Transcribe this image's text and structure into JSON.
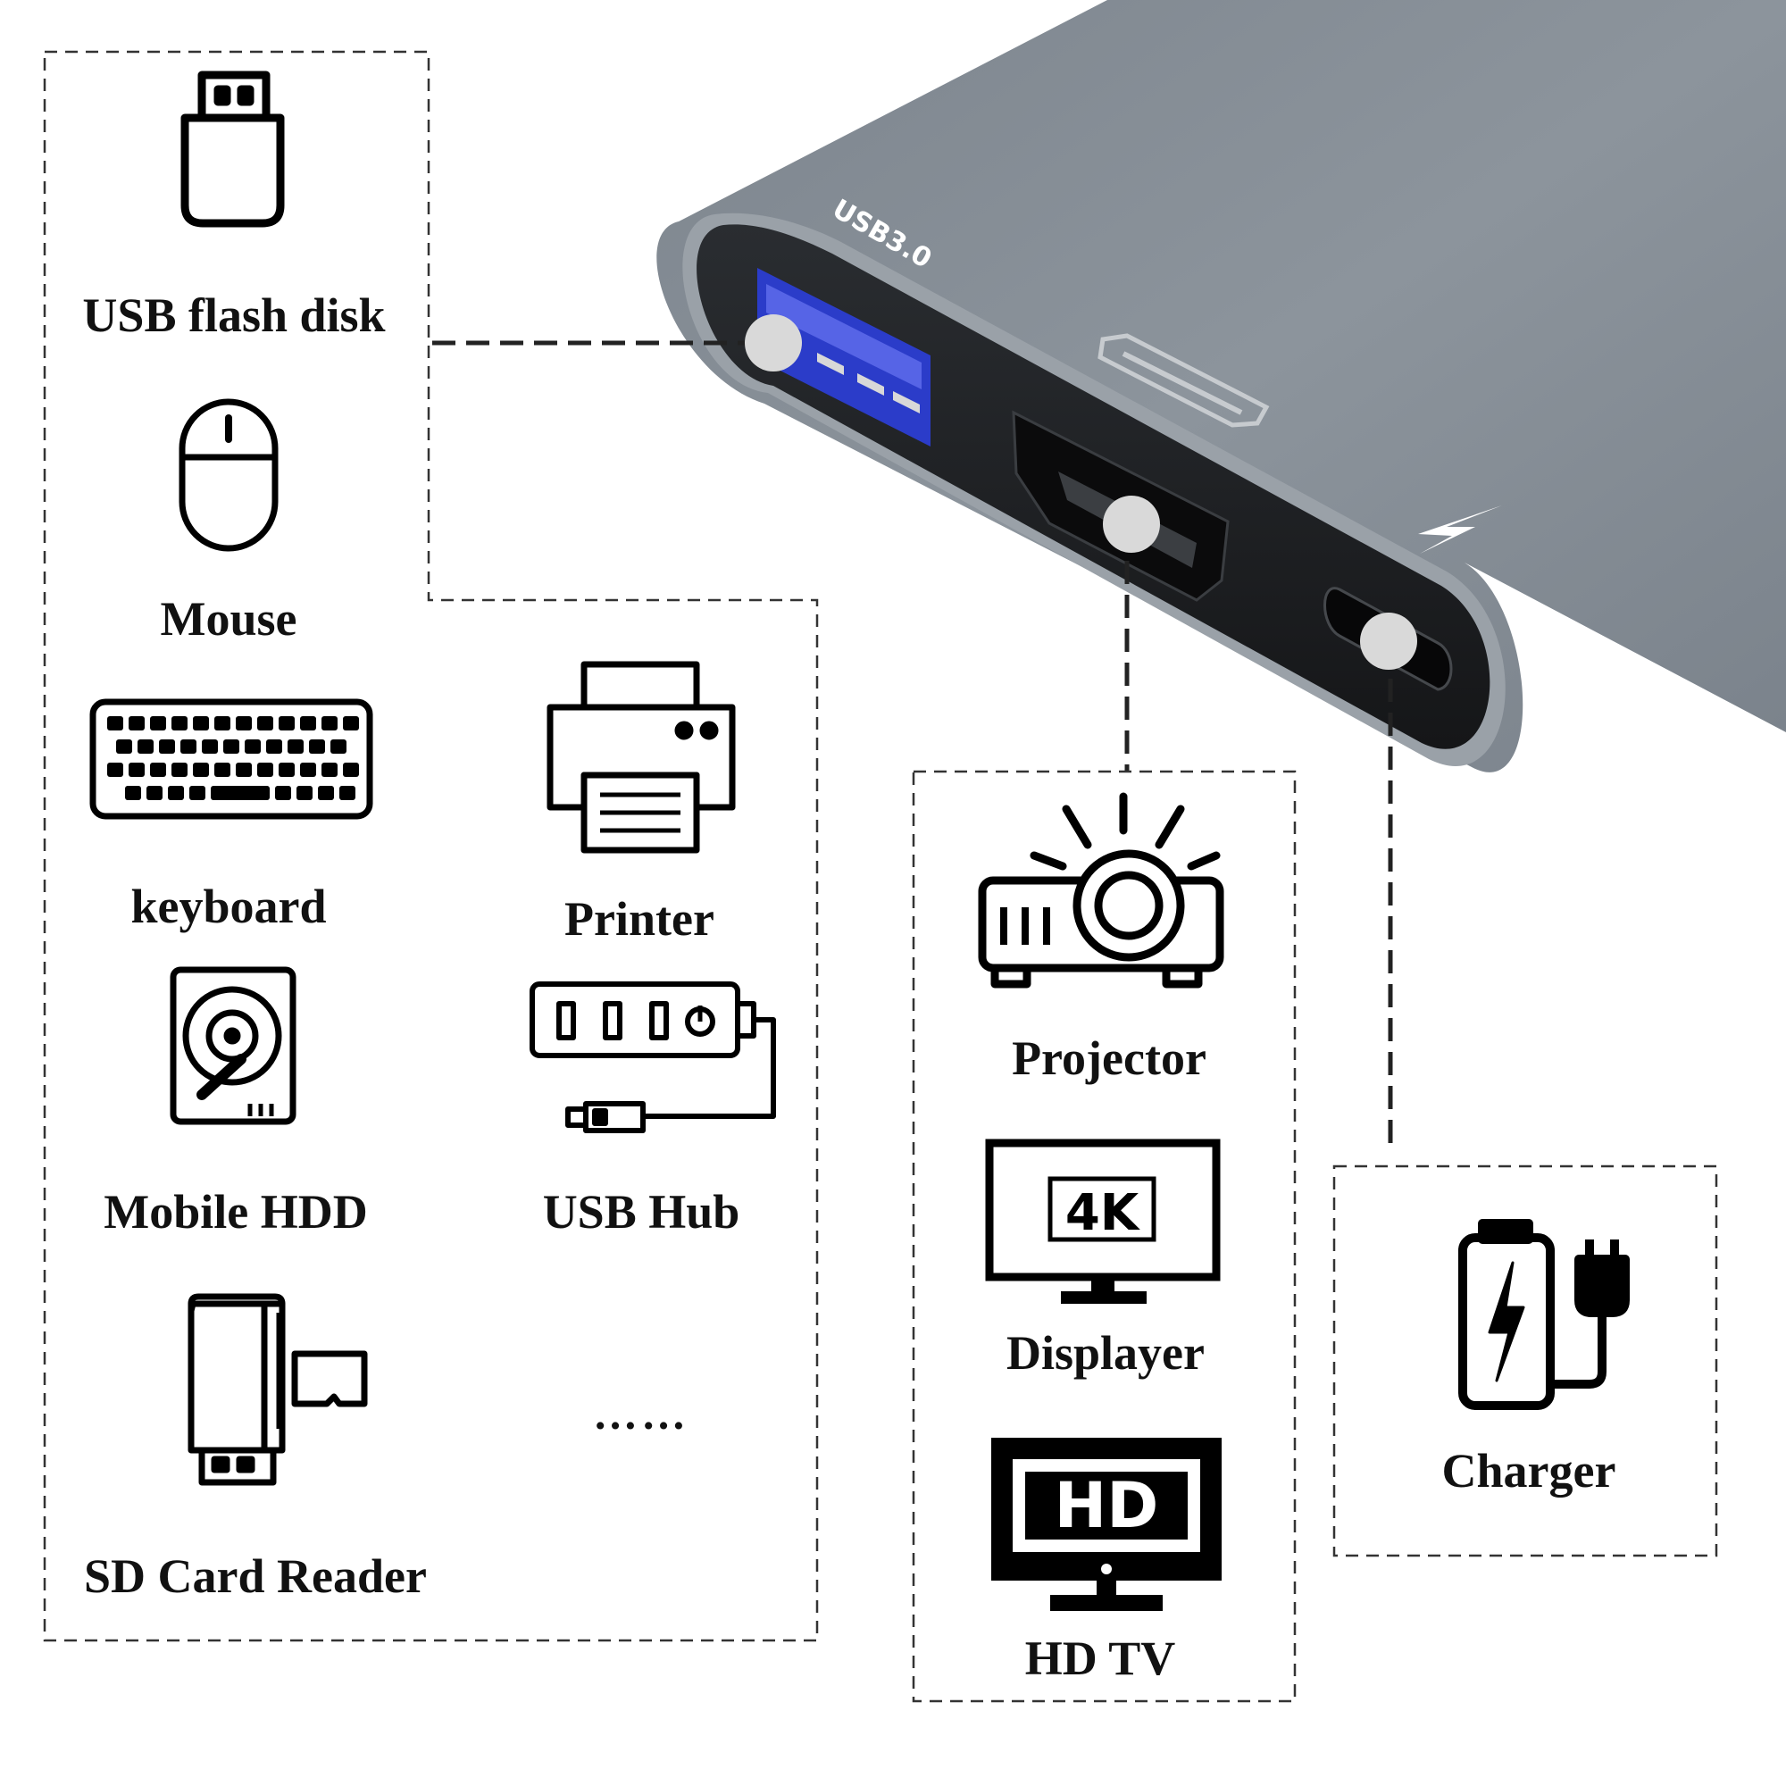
{
  "device": {
    "port_label": "USB3.0",
    "accent_color": "#8a929b",
    "port_blue": "#3a4ad8"
  },
  "groups": {
    "usb": {
      "items": [
        {
          "label": "USB flash disk",
          "icon": "usb-flash-disk-icon"
        },
        {
          "label": "Mouse",
          "icon": "mouse-icon"
        },
        {
          "label": "keyboard",
          "icon": "keyboard-icon"
        },
        {
          "label": "Printer",
          "icon": "printer-icon"
        },
        {
          "label": "Mobile HDD",
          "icon": "hard-drive-icon"
        },
        {
          "label": "USB Hub",
          "icon": "usb-hub-icon"
        },
        {
          "label": "SD Card Reader",
          "icon": "sd-card-reader-icon"
        },
        {
          "label": "……",
          "icon": "ellipsis"
        }
      ]
    },
    "hdmi": {
      "items": [
        {
          "label": "Projector",
          "icon": "projector-icon"
        },
        {
          "label": "Displayer",
          "icon": "monitor-4k-icon"
        },
        {
          "label": "HD TV",
          "icon": "hd-tv-icon"
        }
      ],
      "monitor_badge": "4K",
      "tv_badge": "HD"
    },
    "charger": {
      "items": [
        {
          "label": "Charger",
          "icon": "charger-icon"
        }
      ]
    }
  }
}
